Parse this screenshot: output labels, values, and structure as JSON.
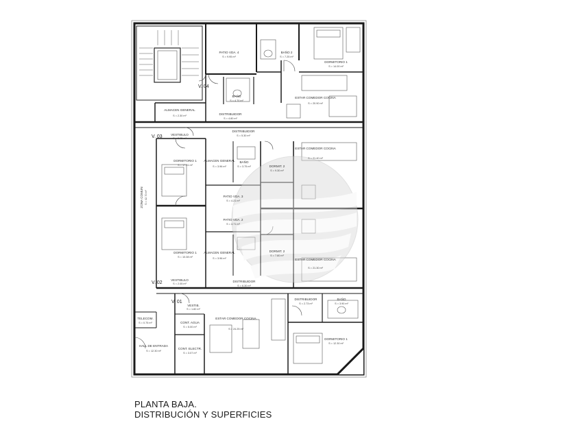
{
  "rooms": [
    {
      "id": "patio-1",
      "name": "PATIO VDA. 4",
      "area": "S = 9.95 m²"
    },
    {
      "id": "bano-top",
      "name": "BAÑO 2",
      "area": "S = 7.25 m²"
    },
    {
      "id": "dorm-top",
      "name": "DORMITORIO 1",
      "area": "S = 14.00 m²"
    },
    {
      "id": "bano-small",
      "name": "BAÑO",
      "area": "S = 4.70 m²"
    },
    {
      "id": "estar-top",
      "name": "ESTAR COMEDOR COCINA",
      "area": "S = 20.90 m²"
    },
    {
      "id": "almacen-top",
      "name": "ALMACEN GENERAL",
      "area": "S = 2.30 m²"
    },
    {
      "id": "distrib-top",
      "name": "DISTRIBUIDOR",
      "area": "S = 4.80 m²"
    },
    {
      "id": "distrib-mid",
      "name": "DISTRIBUIDOR",
      "area": "S = 5.30 m²"
    },
    {
      "id": "vestib-1",
      "name": "VESTIBULO",
      "area": "S = 2.05 m²"
    },
    {
      "id": "dorm-l1",
      "name": "DORMITORIO 1",
      "area": "S = 17.01 m²"
    },
    {
      "id": "almacen-m1",
      "name": "ALMACEN GENERAL",
      "area": "S = 3.96 m²"
    },
    {
      "id": "bano-m1",
      "name": "BAÑO",
      "area": "S = 3.75 m²"
    },
    {
      "id": "dormit-2a",
      "name": "DORMIT. 2",
      "area": "S = 9.30 m²"
    },
    {
      "id": "estar-m1",
      "name": "ESTAR COMEDOR COCINA",
      "area": "S = 21.40 m²"
    },
    {
      "id": "zona-comun",
      "name": "ZONA COMUN",
      "area": "S = 42.70 m²"
    },
    {
      "id": "patio-3",
      "name": "PATIO VDA. 3",
      "area": "S = 4.21 m²"
    },
    {
      "id": "patio-2",
      "name": "PATIO VDA. 2",
      "area": "S = 4.71 m²"
    },
    {
      "id": "dorm-l2",
      "name": "DORMITORIO 1",
      "area": "S = 10.08 m²"
    },
    {
      "id": "almacen-m2",
      "name": "ALMACEN GENERAL",
      "area": "S = 3.96 m²"
    },
    {
      "id": "dormit-2b",
      "name": "DORMIT. 2",
      "area": "S = 7.80 m²"
    },
    {
      "id": "estar-m2",
      "name": "ESTAR COMEDOR COCINA",
      "area": "S = 21.30 m²"
    },
    {
      "id": "vestib-2",
      "name": "VESTIBULO",
      "area": "S = 2.05 m²"
    },
    {
      "id": "distrib-low",
      "name": "DISTRIBUIDOR",
      "area": "S = 6.30 m²"
    },
    {
      "id": "vestib-3",
      "name": "VESTIB.",
      "area": "S = 1.82 m²"
    },
    {
      "id": "telecom",
      "name": "TELECOM.",
      "area": "S = 0.75 m²"
    },
    {
      "id": "cont-agua",
      "name": "CONT. AGUA",
      "area": "S = 5.00 m²"
    },
    {
      "id": "cont-electr",
      "name": "CONT. ELECTR.",
      "area": "S = 3.07 m²"
    },
    {
      "id": "hall",
      "name": "HALL DE ENTRADA",
      "area": "S = 12.30 m²"
    },
    {
      "id": "estar-bot",
      "name": "ESTAR COMEDOR COCINA",
      "area": "S = 24.25 m²"
    },
    {
      "id": "distrib-bot",
      "name": "DISTRIBUIDOR",
      "area": "S = 2.73 m²"
    },
    {
      "id": "bano-bot",
      "name": "BAÑO",
      "area": "S = 3.90 m²"
    },
    {
      "id": "dorm-bot",
      "name": "DORMITORIO 1",
      "area": "S = 12.30 m²"
    }
  ],
  "entrances": [
    "V. 04",
    "V. 03",
    "V. 02",
    "V. 01"
  ],
  "caption": {
    "line1": "PLANTA BAJA.",
    "line2": "DISTRIBUCIÓN Y SUPERFICIES"
  }
}
